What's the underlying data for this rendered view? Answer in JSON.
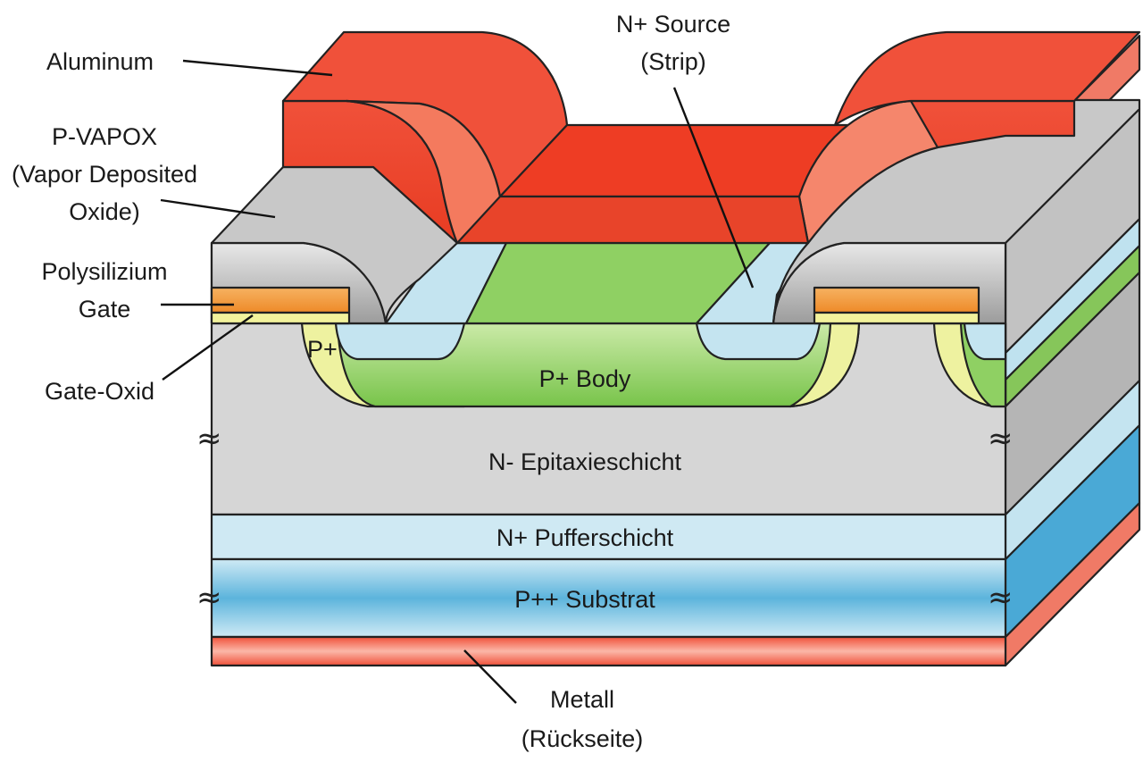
{
  "labels": {
    "aluminum": "Aluminum",
    "pvapox_1": "P-VAPOX",
    "pvapox_2": "(Vapor Deposited",
    "pvapox_3": "Oxide)",
    "poly_1": "Polysilizium",
    "poly_2": "Gate",
    "gate_oxid": "Gate-Oxid",
    "source_1": "N+ Source",
    "source_2": "(Strip)",
    "p_plus": "P+",
    "p_body": "P+ Body",
    "epi": "N- Epitaxieschicht",
    "buffer": "N+ Pufferschicht",
    "substrate": "P++ Substrat",
    "metal_1": "Metall",
    "metal_2": "(Rückseite)",
    "break_mark": "≈"
  },
  "colors": {
    "aluminum": "#f0513a",
    "oxide": "#c8c8c8",
    "epi": "#d6d6d6",
    "source": "#c4e4f0",
    "body": "#8fd063",
    "p_plus": "#eef2a0",
    "buffer": "#cfe9f3",
    "substrate": "#5cb4dc",
    "poly": "#f39a3c",
    "metal": "#f0513a"
  }
}
